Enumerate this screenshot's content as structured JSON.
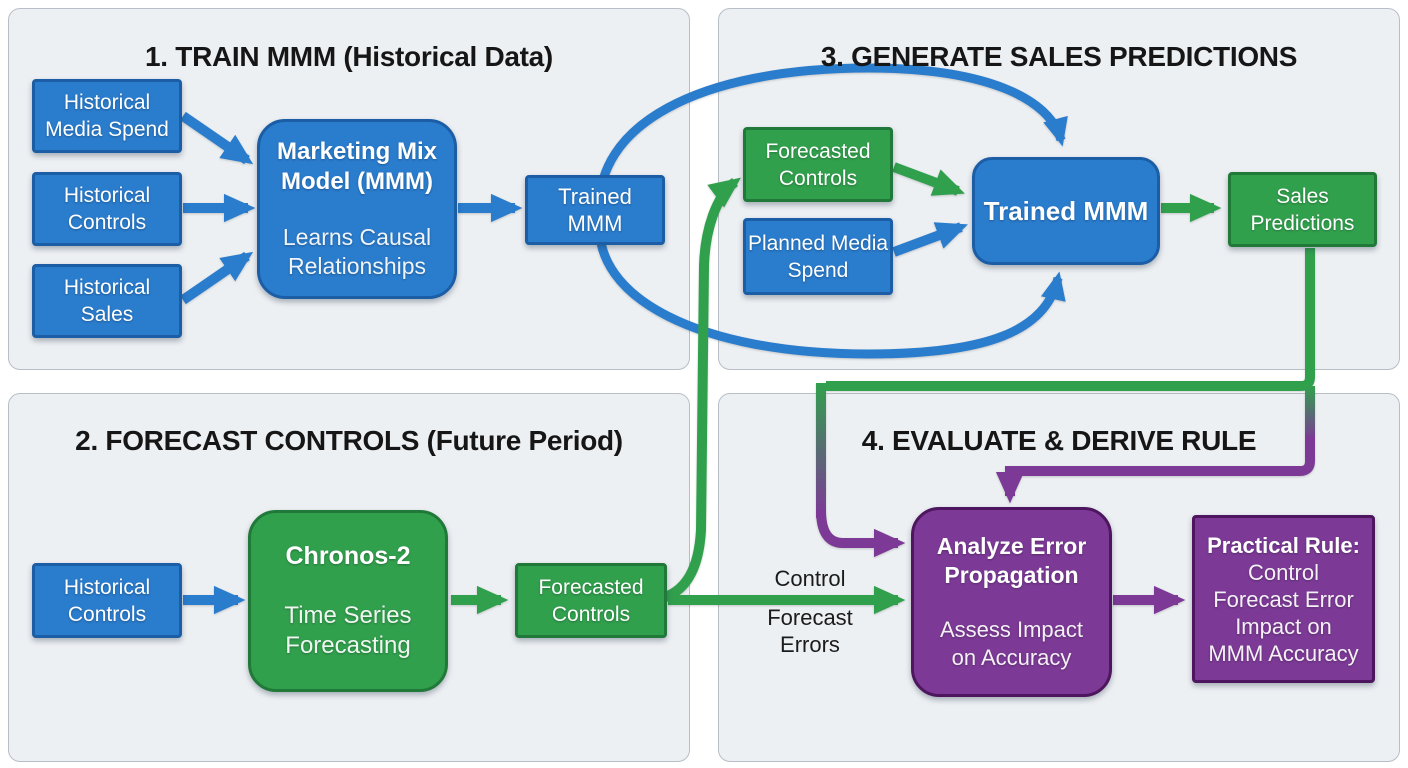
{
  "palette": {
    "blue": "#2a7ccd",
    "blue-border": "#1b5ea6",
    "green": "#31a04d",
    "green-border": "#217939",
    "purple": "#7c3a96",
    "purple-border": "#4d165e",
    "panel-bg": "#edf0f3",
    "panel-border": "#b7bec6",
    "title-text": "#161616",
    "node-text": "#ffffff",
    "page-bg": "#ffffff",
    "label-text": "#1b1b1b"
  },
  "panels": {
    "train": {
      "title": "1. TRAIN MMM (Historical Data)"
    },
    "generate": {
      "title": "3. GENERATE SALES PREDICTIONS"
    },
    "forecast": {
      "title": "2. FORECAST CONTROLS (Future Period)"
    },
    "evaluate": {
      "title": "4. EVALUATE & DERIVE RULE"
    }
  },
  "nodes": {
    "historical_media_spend": {
      "label": "Historical Media Spend"
    },
    "historical_controls_train": {
      "label": "Historical Controls"
    },
    "historical_sales": {
      "label": "Historical Sales"
    },
    "mmm": {
      "title": "Marketing Mix Model (MMM)",
      "subtitle": "Learns Causal Relationships"
    },
    "trained_mmm_train": {
      "label": "Trained MMM"
    },
    "forecasted_controls_generate": {
      "label": "Forecasted Controls"
    },
    "planned_media_spend": {
      "label": "Planned Media Spend"
    },
    "trained_mmm_generate": {
      "label": "Trained MMM"
    },
    "sales_predictions": {
      "label": "Sales Predictions"
    },
    "historical_controls_forecast": {
      "label": "Historical Controls"
    },
    "chronos": {
      "title": "Chronos-2",
      "subtitle": "Time Series Forecasting"
    },
    "forecasted_controls_forecast": {
      "label": "Forecasted Controls"
    },
    "analyze_error_propagation": {
      "title": "Analyze Error Propagation",
      "subtitle": "Assess Impact on Accuracy"
    },
    "practical_rule": {
      "title": "Practical Rule:",
      "subtitle": "Control Forecast Error Impact on MMM Accuracy"
    }
  },
  "labels": {
    "control_forecast_errors": [
      "Control",
      "Forecast",
      "Errors"
    ]
  }
}
